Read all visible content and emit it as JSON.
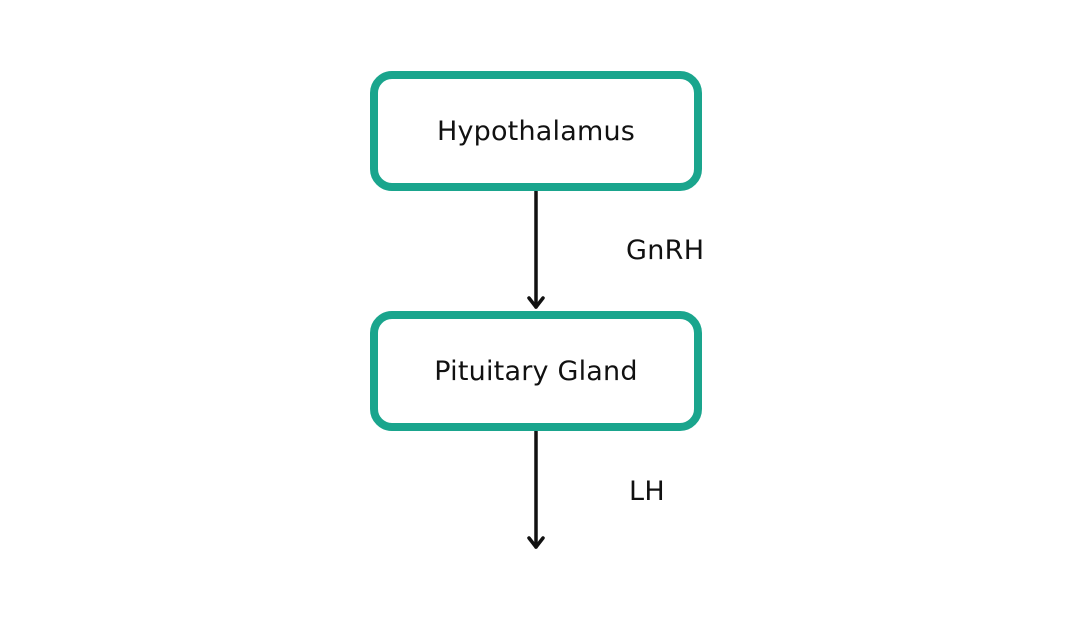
{
  "nodes": {
    "hypothalamus": "Hypothalamus",
    "pituitary": "Pituitary Gland"
  },
  "edges": {
    "hypothalamus_to_pituitary": "GnRH",
    "pituitary_output": "LH"
  },
  "colors": {
    "node_border": "#1aa58d",
    "arrow": "#111111",
    "background": "#ffffff"
  }
}
